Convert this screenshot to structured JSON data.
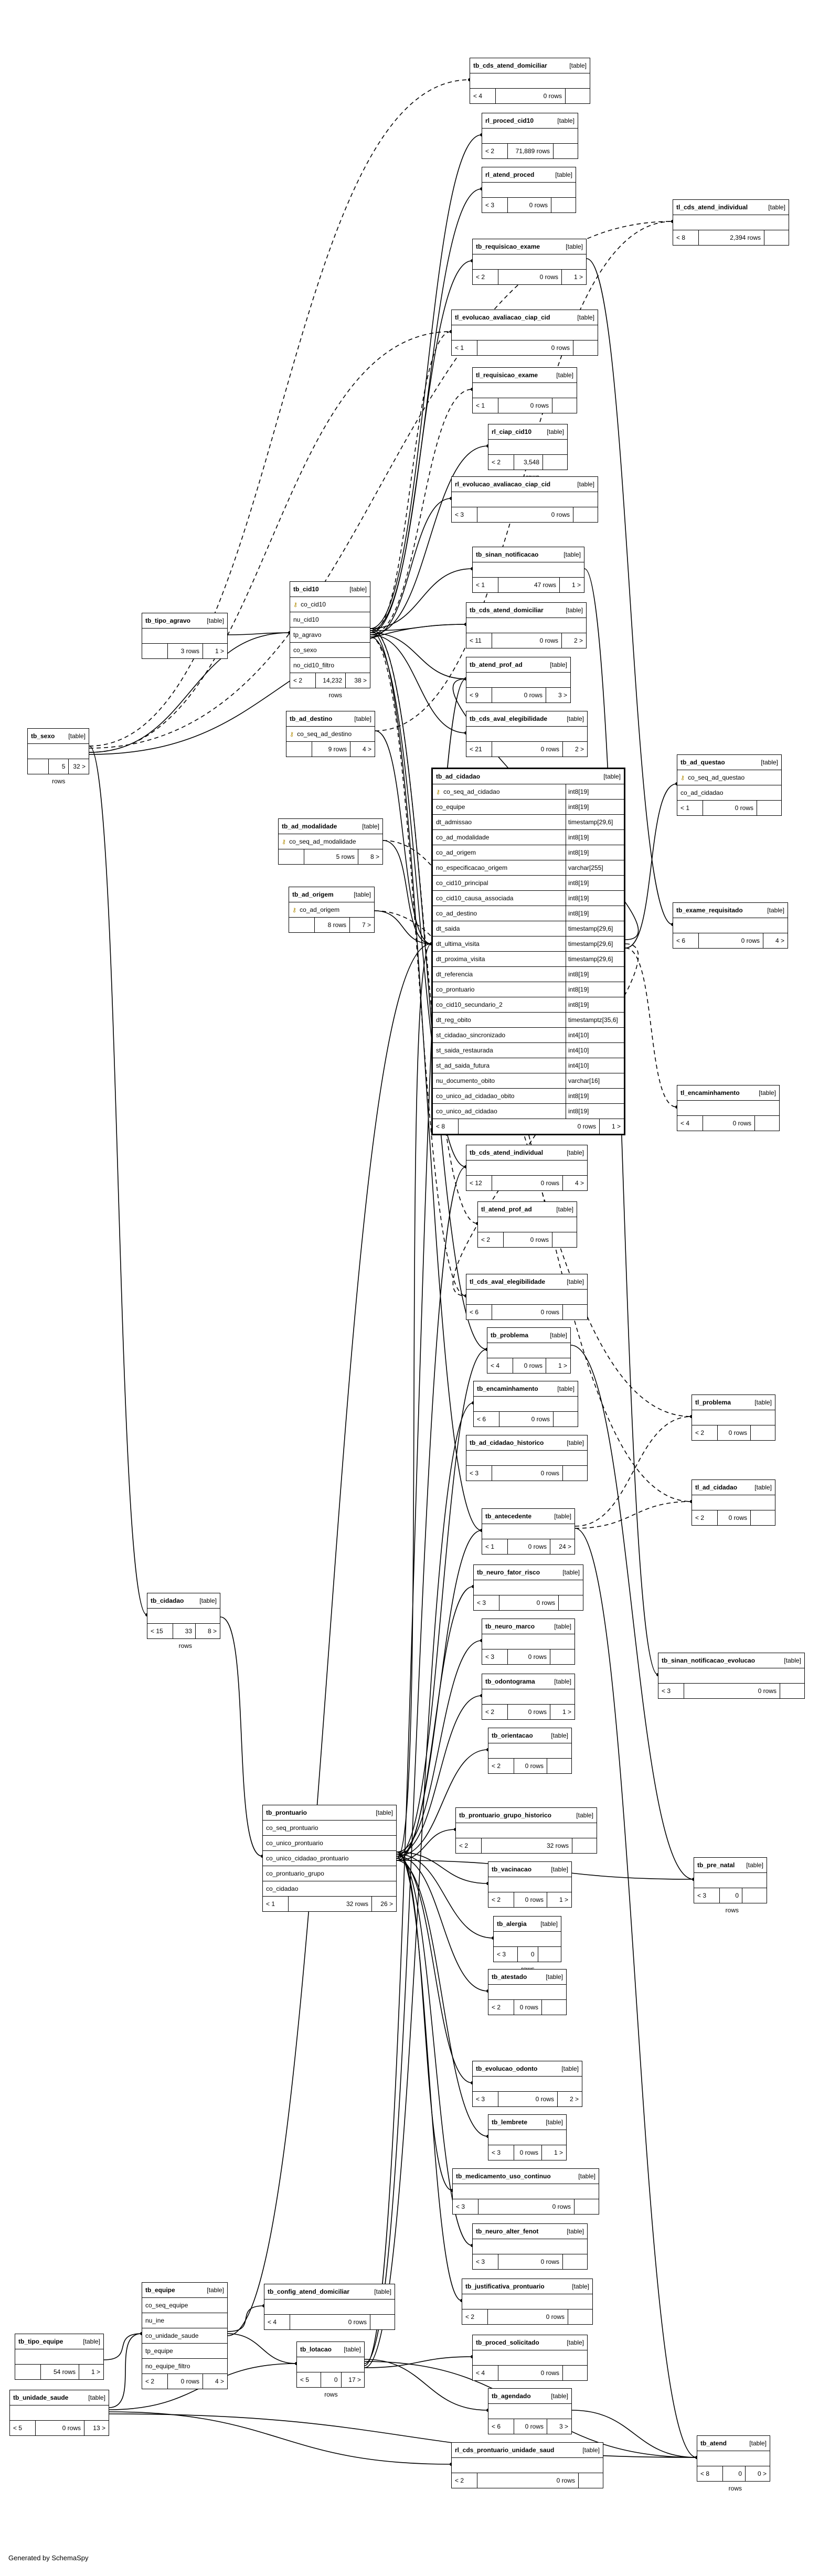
{
  "generator": "Generated by SchemaSpy",
  "labels": {
    "table_kind": "[table]"
  },
  "tables": {
    "tb_cds_atend_domiciliar_top": {
      "name": "tb_cds_atend_domiciliar",
      "footer": [
        "< 4",
        "0 rows",
        ""
      ]
    },
    "rl_proced_cid10": {
      "name": "rl_proced_cid10",
      "footer": [
        "< 2",
        "71,889 rows",
        ""
      ]
    },
    "rl_atend_proced": {
      "name": "rl_atend_proced",
      "footer": [
        "< 3",
        "0 rows",
        ""
      ]
    },
    "tl_cds_atend_individual": {
      "name": "tl_cds_atend_individual",
      "footer": [
        "< 8",
        "2,394 rows",
        ""
      ]
    },
    "tb_requisicao_exame": {
      "name": "tb_requisicao_exame",
      "footer": [
        "< 2",
        "0 rows",
        "1 >"
      ]
    },
    "tl_evolucao_avaliacao_ciap_cid": {
      "name": "tl_evolucao_avaliacao_ciap_cid",
      "footer": [
        "< 1",
        "0 rows",
        ""
      ]
    },
    "tl_requisicao_exame": {
      "name": "tl_requisicao_exame",
      "footer": [
        "< 1",
        "0 rows",
        ""
      ]
    },
    "rl_ciap_cid10": {
      "name": "rl_ciap_cid10",
      "footer": [
        "< 2",
        "3,548 rows",
        ""
      ]
    },
    "rl_evolucao_avaliacao_ciap_cid": {
      "name": "rl_evolucao_avaliacao_ciap_cid",
      "footer": [
        "< 3",
        "0 rows",
        ""
      ]
    },
    "tb_sinan_notificacao": {
      "name": "tb_sinan_notificacao",
      "footer": [
        "< 1",
        "47 rows",
        "1 >"
      ]
    },
    "tb_cds_atend_domiciliar_mid": {
      "name": "tb_cds_atend_domiciliar",
      "footer": [
        "< 11",
        "0 rows",
        "2 >"
      ]
    },
    "tb_atend_prof_ad": {
      "name": "tb_atend_prof_ad",
      "footer": [
        "< 9",
        "0 rows",
        "3 >"
      ]
    },
    "tb_cds_aval_elegibilidade": {
      "name": "tb_cds_aval_elegibilidade",
      "footer": [
        "< 21",
        "0 rows",
        "2 >"
      ]
    },
    "tb_cid10": {
      "name": "tb_cid10",
      "rows": [
        {
          "n": "co_cid10",
          "k": true
        },
        {
          "n": "nu_cid10"
        },
        {
          "n": "tp_agravo"
        },
        {
          "n": "co_sexo"
        },
        {
          "n": "no_cid10_filtro"
        }
      ],
      "footer": [
        "< 2",
        "14,232 rows",
        "38 >"
      ]
    },
    "tb_tipo_agravo": {
      "name": "tb_tipo_agravo",
      "footer": [
        "",
        "3 rows",
        "1 >"
      ]
    },
    "tb_sexo": {
      "name": "tb_sexo",
      "footer": [
        "",
        "5 rows",
        "32 >"
      ]
    },
    "tb_ad_destino": {
      "name": "tb_ad_destino",
      "rows": [
        {
          "n": "co_seq_ad_destino",
          "k": true
        }
      ],
      "footer": [
        "",
        "9 rows",
        "4 >"
      ]
    },
    "tb_ad_modalidade": {
      "name": "tb_ad_modalidade",
      "rows": [
        {
          "n": "co_seq_ad_modalidade",
          "k": true
        }
      ],
      "footer": [
        "",
        "5 rows",
        "8 >"
      ]
    },
    "tb_ad_origem": {
      "name": "tb_ad_origem",
      "rows": [
        {
          "n": "co_ad_origem",
          "k": true
        }
      ],
      "footer": [
        "",
        "8 rows",
        "7 >"
      ]
    },
    "tb_ad_cidadao": {
      "name": "tb_ad_cidadao",
      "rows": [
        {
          "n": "co_seq_ad_cidadao",
          "t": "int8[19]",
          "k": true
        },
        {
          "n": "co_equipe",
          "t": "int8[19]"
        },
        {
          "n": "dt_admissao",
          "t": "timestamp[29,6]"
        },
        {
          "n": "co_ad_modalidade",
          "t": "int8[19]"
        },
        {
          "n": "co_ad_origem",
          "t": "int8[19]"
        },
        {
          "n": "no_especificacao_origem",
          "t": "varchar[255]"
        },
        {
          "n": "co_cid10_principal",
          "t": "int8[19]"
        },
        {
          "n": "co_cid10_causa_associada",
          "t": "int8[19]"
        },
        {
          "n": "co_ad_destino",
          "t": "int8[19]"
        },
        {
          "n": "dt_saida",
          "t": "timestamp[29,6]"
        },
        {
          "n": "dt_ultima_visita",
          "t": "timestamp[29,6]"
        },
        {
          "n": "dt_proxima_visita",
          "t": "timestamp[29,6]"
        },
        {
          "n": "dt_referencia",
          "t": "int8[19]"
        },
        {
          "n": "co_prontuario",
          "t": "int8[19]"
        },
        {
          "n": "co_cid10_secundario_2",
          "t": "int8[19]"
        },
        {
          "n": "dt_reg_obito",
          "t": "timestamptz[35,6]"
        },
        {
          "n": "st_cidadao_sincronizado",
          "t": "int4[10]"
        },
        {
          "n": "st_saida_restaurada",
          "t": "int4[10]"
        },
        {
          "n": "st_ad_saida_futura",
          "t": "int4[10]"
        },
        {
          "n": "nu_documento_obito",
          "t": "varchar[16]"
        },
        {
          "n": "co_unico_ad_cidadao_obito",
          "t": "int8[19]"
        },
        {
          "n": "co_unico_ad_cidadao",
          "t": "int8[19]"
        }
      ],
      "footer": [
        "< 8",
        "0 rows",
        "1 >"
      ]
    },
    "tb_ad_questao": {
      "name": "tb_ad_questao",
      "rows": [
        {
          "n": "co_seq_ad_questao",
          "k": true
        },
        {
          "n": "co_ad_cidadao"
        }
      ],
      "footer": [
        "< 1",
        "0 rows",
        ""
      ]
    },
    "tb_exame_requisitado": {
      "name": "tb_exame_requisitado",
      "footer": [
        "< 6",
        "0 rows",
        "4 >"
      ]
    },
    "tl_encaminhamento": {
      "name": "tl_encaminhamento",
      "footer": [
        "< 4",
        "0 rows",
        ""
      ]
    },
    "tb_cds_atend_individual": {
      "name": "tb_cds_atend_individual",
      "footer": [
        "< 12",
        "0 rows",
        "4 >"
      ]
    },
    "tl_atend_prof_ad": {
      "name": "tl_atend_prof_ad",
      "footer": [
        "< 2",
        "0 rows",
        ""
      ]
    },
    "tl_cds_aval_elegibilidade": {
      "name": "tl_cds_aval_elegibilidade",
      "footer": [
        "< 6",
        "0 rows",
        ""
      ]
    },
    "tb_problema": {
      "name": "tb_problema",
      "footer": [
        "< 4",
        "0 rows",
        "1 >"
      ]
    },
    "tb_encaminhamento": {
      "name": "tb_encaminhamento",
      "footer": [
        "< 6",
        "0 rows",
        ""
      ]
    },
    "tb_ad_cidadao_historico": {
      "name": "tb_ad_cidadao_historico",
      "footer": [
        "< 3",
        "0 rows",
        ""
      ]
    },
    "tl_problema": {
      "name": "tl_problema",
      "footer": [
        "< 2",
        "0 rows",
        ""
      ]
    },
    "tl_ad_cidadao": {
      "name": "tl_ad_cidadao",
      "footer": [
        "< 2",
        "0 rows",
        ""
      ]
    },
    "tb_antecedente": {
      "name": "tb_antecedente",
      "footer": [
        "< 1",
        "0 rows",
        "24 >"
      ]
    },
    "tb_neuro_fator_risco": {
      "name": "tb_neuro_fator_risco",
      "footer": [
        "< 3",
        "0 rows",
        ""
      ]
    },
    "tb_neuro_marco": {
      "name": "tb_neuro_marco",
      "footer": [
        "< 3",
        "0 rows",
        ""
      ]
    },
    "tb_odontograma": {
      "name": "tb_odontograma",
      "footer": [
        "< 2",
        "0 rows",
        "1 >"
      ]
    },
    "tb_orientacao": {
      "name": "tb_orientacao",
      "footer": [
        "< 2",
        "0 rows",
        ""
      ]
    },
    "tb_cidadao": {
      "name": "tb_cidadao",
      "footer": [
        "< 15",
        "33 rows",
        "8 >"
      ]
    },
    "tb_sinan_notificacao_evolucao": {
      "name": "tb_sinan_notificacao_evolucao",
      "footer": [
        "< 3",
        "0 rows",
        ""
      ]
    },
    "tb_prontuario": {
      "name": "tb_prontuario",
      "rows": [
        {
          "n": "co_seq_prontuario"
        },
        {
          "n": "co_unico_prontuario"
        },
        {
          "n": "co_unico_cidadao_prontuario"
        },
        {
          "n": "co_prontuario_grupo"
        },
        {
          "n": "co_cidadao"
        }
      ],
      "footer": [
        "< 1",
        "32 rows",
        "26 >"
      ]
    },
    "tb_prontuario_grupo_historico": {
      "name": "tb_prontuario_grupo_historico",
      "footer": [
        "< 2",
        "32 rows",
        ""
      ]
    },
    "tb_vacinacao": {
      "name": "tb_vacinacao",
      "footer": [
        "< 2",
        "0 rows",
        "1 >"
      ]
    },
    "tb_pre_natal": {
      "name": "tb_pre_natal",
      "footer": [
        "< 3",
        "0 rows",
        ""
      ]
    },
    "tb_alergia": {
      "name": "tb_alergia",
      "footer": [
        "< 3",
        "0 rows",
        ""
      ]
    },
    "tb_atestado": {
      "name": "tb_atestado",
      "footer": [
        "< 2",
        "0 rows",
        ""
      ]
    },
    "tb_evolucao_odonto": {
      "name": "tb_evolucao_odonto",
      "footer": [
        "< 3",
        "0 rows",
        "2 >"
      ]
    },
    "tb_lembrete": {
      "name": "tb_lembrete",
      "footer": [
        "< 3",
        "0 rows",
        "1 >"
      ]
    },
    "tb_medicamento_uso_continuo": {
      "name": "tb_medicamento_uso_continuo",
      "footer": [
        "< 3",
        "0 rows",
        ""
      ]
    },
    "tb_neuro_alter_fenot": {
      "name": "tb_neuro_alter_fenot",
      "footer": [
        "< 3",
        "0 rows",
        ""
      ]
    },
    "tb_equipe": {
      "name": "tb_equipe",
      "rows": [
        {
          "n": "co_seq_equipe"
        },
        {
          "n": "nu_ine"
        },
        {
          "n": "co_unidade_saude"
        },
        {
          "n": "tp_equipe"
        },
        {
          "n": "no_equipe_filtro"
        }
      ],
      "footer": [
        "< 2",
        "0 rows",
        "4 >"
      ]
    },
    "tb_config_atend_domiciliar": {
      "name": "tb_config_atend_domiciliar",
      "footer": [
        "< 4",
        "0 rows",
        ""
      ]
    },
    "tb_justificativa_prontuario": {
      "name": "tb_justificativa_prontuario",
      "footer": [
        "< 2",
        "0 rows",
        ""
      ]
    },
    "tb_tipo_equipe": {
      "name": "tb_tipo_equipe",
      "footer": [
        "",
        "54 rows",
        "1 >"
      ]
    },
    "tb_lotacao": {
      "name": "tb_lotacao",
      "footer": [
        "< 5",
        "0 rows",
        "17 >"
      ]
    },
    "tb_proced_solicitado": {
      "name": "tb_proced_solicitado",
      "footer": [
        "< 4",
        "0 rows",
        ""
      ]
    },
    "tb_agendado": {
      "name": "tb_agendado",
      "footer": [
        "< 6",
        "0 rows",
        "3 >"
      ]
    },
    "tb_unidade_saude": {
      "name": "tb_unidade_saude",
      "footer": [
        "< 5",
        "0 rows",
        "13 >"
      ]
    },
    "rl_cds_prontuario_unidade_saud": {
      "name": "rl_cds_prontuario_unidade_saud",
      "footer": [
        "< 2",
        "0 rows",
        ""
      ]
    },
    "tb_atend": {
      "name": "tb_atend",
      "footer": [
        "< 8",
        "0 rows",
        "0 >"
      ]
    }
  }
}
